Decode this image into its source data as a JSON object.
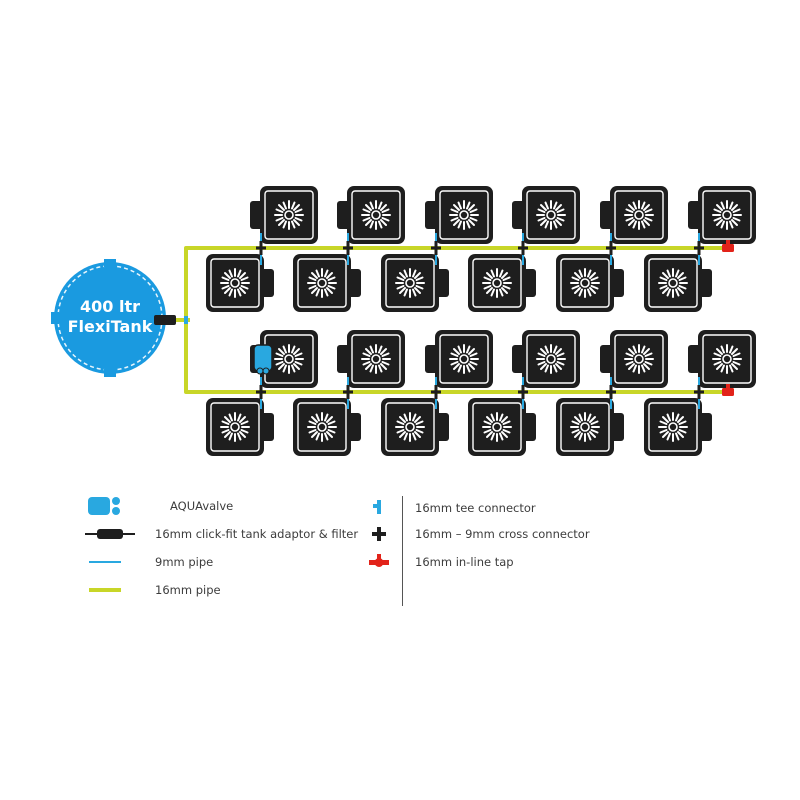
{
  "tank": {
    "line1": "400 ltr",
    "line2": "FlexiTank"
  },
  "legend": {
    "aquavalve": "AQUAvalve",
    "tank_adaptor": "16mm click-fit tank adaptor & filter",
    "pipe_9mm": "9mm pipe",
    "pipe_16mm": "16mm pipe",
    "tee_connector": "16mm tee connector",
    "cross_connector": "16mm – 9mm cross connector",
    "inline_tap": "16mm in-line tap"
  },
  "colors": {
    "tank_blue": "#1a9ae0",
    "pipe_16mm": "#c8d628",
    "pipe_9mm": "#29a8e0",
    "pot": "#1e1e1e",
    "tap_red": "#e2231a",
    "connector": "#1e1e1e"
  },
  "layout_counts": {
    "rows": 2,
    "pots_per_side": 6
  }
}
